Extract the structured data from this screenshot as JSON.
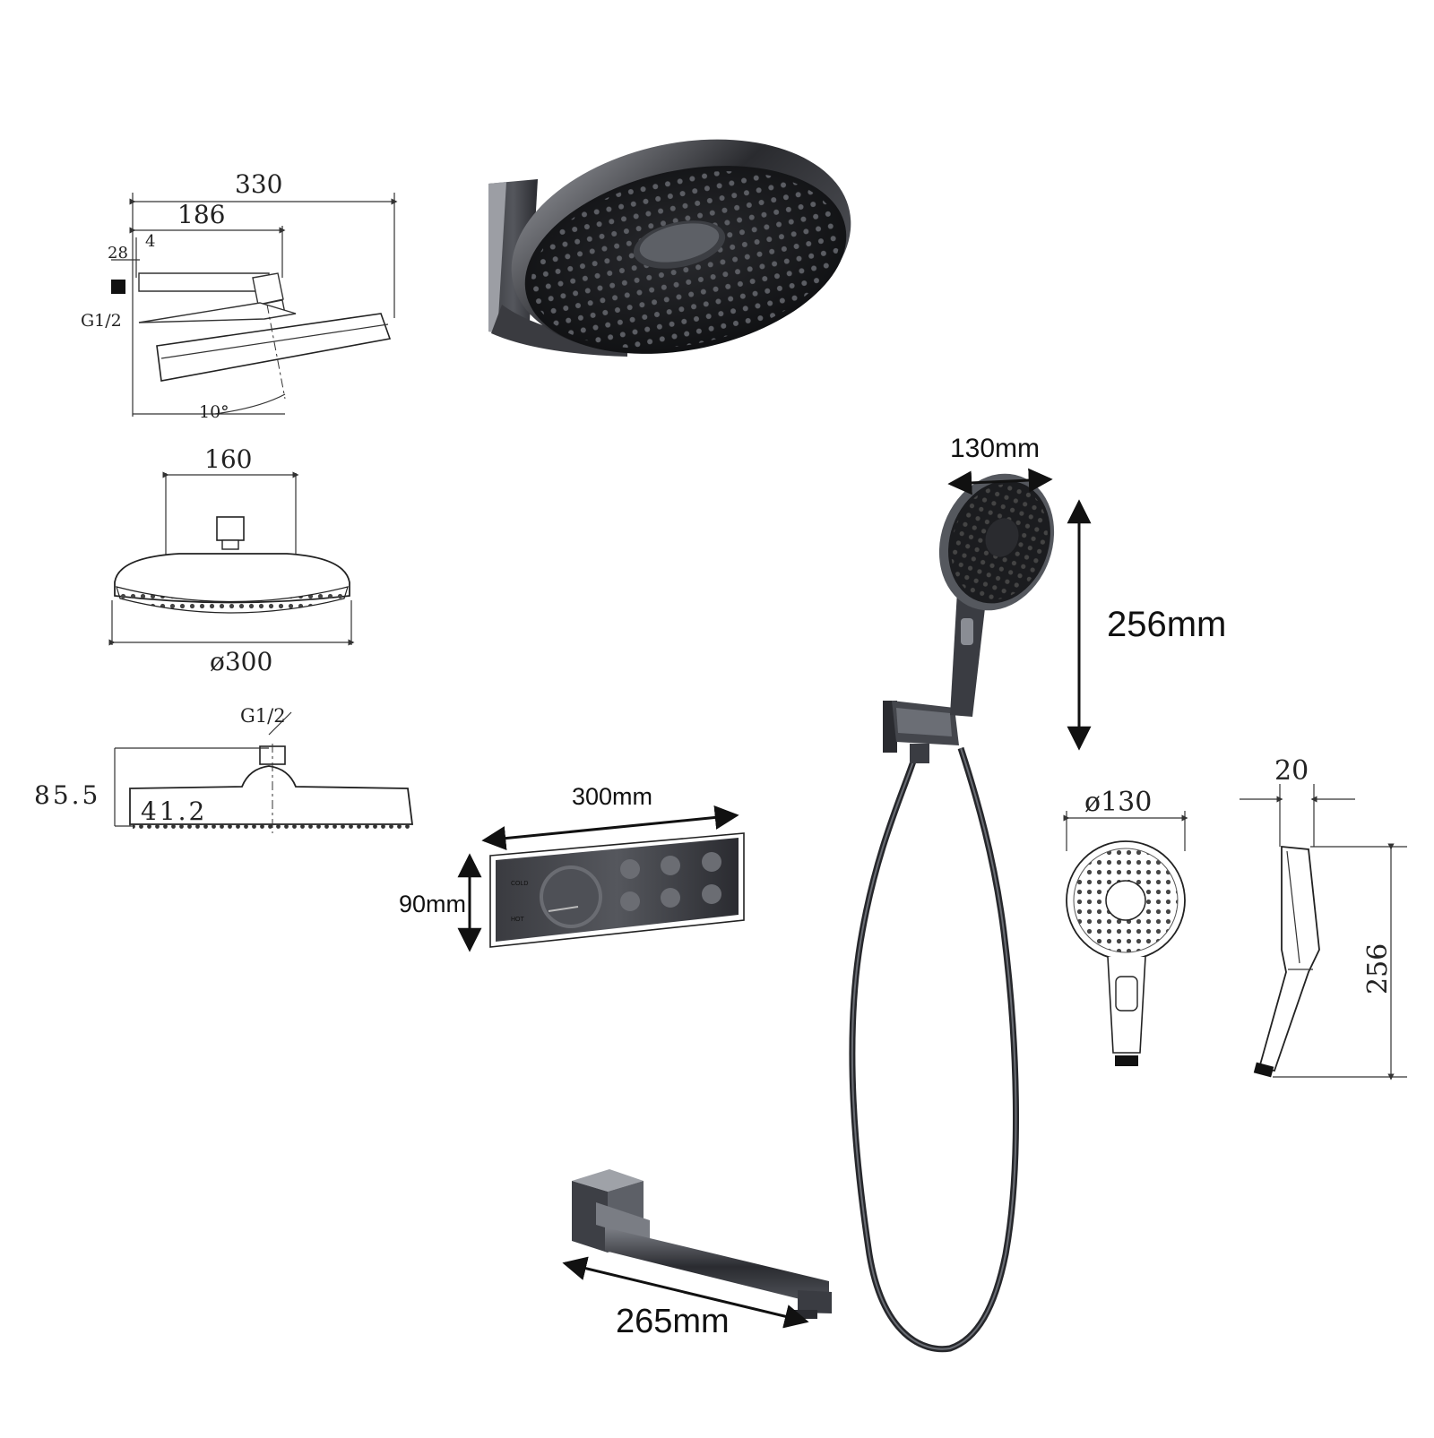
{
  "labels": {
    "arm_330": "330",
    "arm_186": "186",
    "arm_28": "28",
    "arm_4": "4",
    "arm_thread": "G1/2",
    "arm_angle": "10°",
    "head_160": "160",
    "head_dia300": "ø300",
    "head_thread": "G1/2",
    "head_85_5": "85.5",
    "head_41_2": "41.2",
    "hand_130mm": "130mm",
    "hand_256mm": "256mm",
    "hand_dia130": "ø130",
    "hand_20": "20",
    "hand_256": "256",
    "valve_300mm": "300mm",
    "valve_90mm": "90mm",
    "valve_cold": "COLD",
    "valve_hot": "HOT",
    "spout_265mm": "265mm"
  },
  "colors": {
    "metal_dark": "#1e1f22",
    "metal_mid": "#4a4c52",
    "metal_light": "#8a8d93",
    "line": "#333333"
  },
  "icons": [
    "rain-shower-head-icon",
    "hand-shower-icon",
    "mixer-valve-icon",
    "bath-spout-icon"
  ]
}
